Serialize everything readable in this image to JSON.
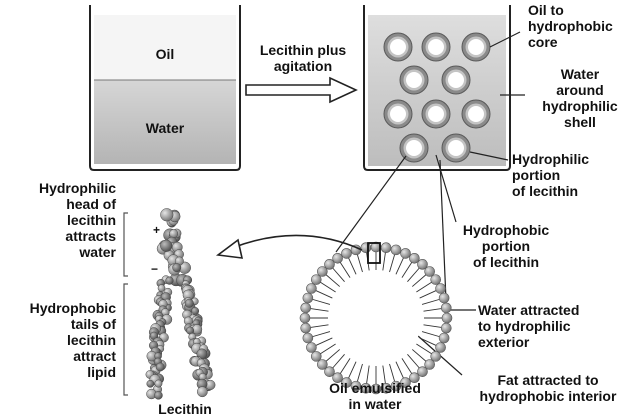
{
  "beaker": {
    "oil_label": "Oil",
    "water_label": "Water"
  },
  "process": {
    "arrow_label": [
      "Lecithin plus",
      "agitation"
    ]
  },
  "labels": {
    "oil_core": [
      "Oil to",
      "hydrophobic",
      "core"
    ],
    "water_shell": [
      "Water",
      "around",
      "hydrophilic",
      "shell"
    ],
    "hydrophilic_portion": [
      "Hydrophilic",
      "portion",
      "of lecithin"
    ],
    "hydrophobic_portion": [
      "Hydrophobic",
      "portion",
      "of lecithin"
    ],
    "hydrophilic_head": [
      "Hydrophilic",
      "head of",
      "lecithin",
      "attracts",
      "water"
    ],
    "hydrophobic_tails": [
      "Hydrophobic",
      "tails of",
      "lecithin",
      "attract",
      "lipid"
    ],
    "lecithin": "Lecithin",
    "oil_emulsified": [
      "Oil emulsified",
      "in water"
    ],
    "water_attracted": [
      "Water attracted",
      "to hydrophilic",
      "exterior"
    ],
    "fat_attracted": [
      "Fat attracted to",
      "hydrophobic interior"
    ],
    "charge_plus": "+",
    "charge_minus": "−"
  },
  "colors": {
    "beaker_oil": "#f4f4f4",
    "beaker_water": "#c9c9c9",
    "droplet_outer": "#8a8a8a",
    "droplet_inner": "#ffffff",
    "head_sphere": "#9a9a9a",
    "lecithin_dark": "#6e6e6e"
  }
}
